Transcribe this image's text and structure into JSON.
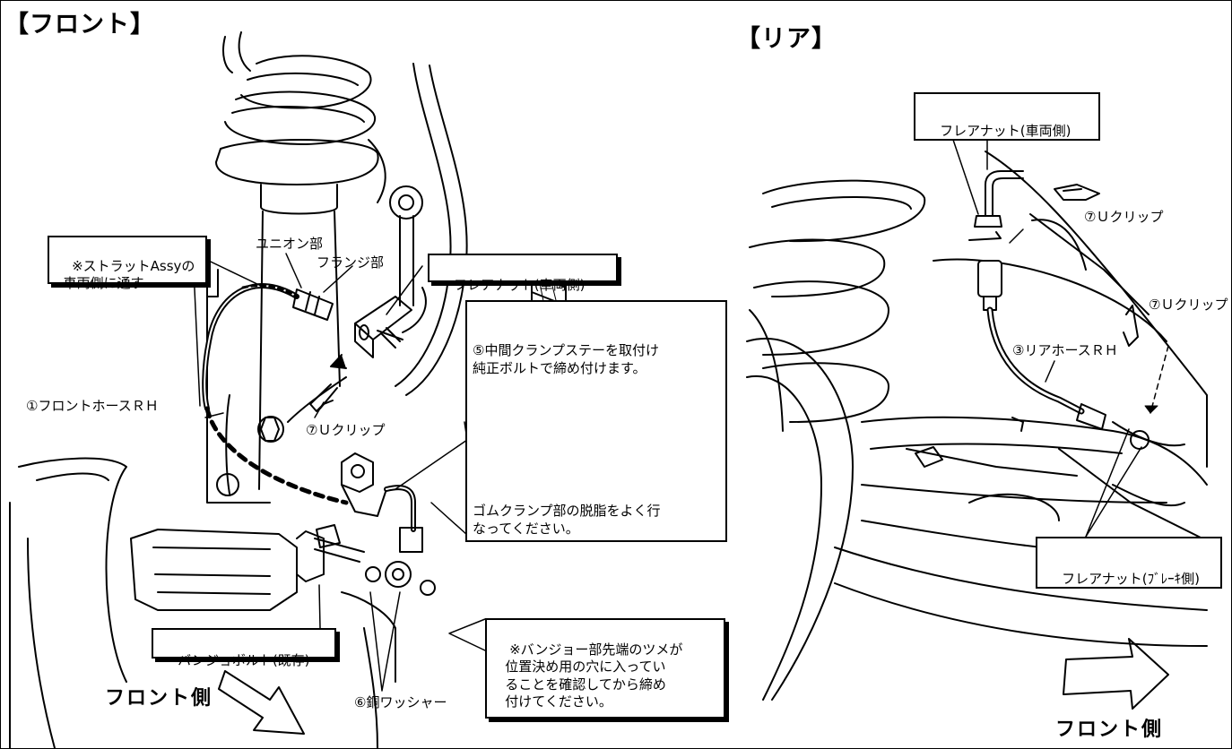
{
  "front": {
    "title": "【フロント】",
    "labels": {
      "strut_note": "※ストラットAssyの\n  車両側に通す",
      "union": "ユニオン部",
      "flange": "フランジ部",
      "flare_nut_vehicle": "フレアナット(車両側)",
      "hose": "①フロントホースＲＨ",
      "u_clip": "⑦Ｕクリップ",
      "clamp_note_top": "⑤中間クランプステーを取付け\n純正ボルトで締め付けます。",
      "clamp_note_bottom": "ゴムクランプ部の脱脂をよく行\nなってください。",
      "banjo_bolt": "バンジョボルト(既存)",
      "banjo_note": "※バンジョー部先端のツメが\n   位置決め用の穴に入ってい\n   ることを確認してから締め\n   付けてください。",
      "copper_washer": "⑥銅ワッシャー",
      "front_side": "フロント側"
    }
  },
  "rear": {
    "title": "【リア】",
    "labels": {
      "flare_nut_vehicle": "フレアナット(車両側)",
      "u_clip_1": "⑦Ｕクリップ",
      "u_clip_2": "⑦Ｕクリップ",
      "hose": "③リアホースＲＨ",
      "flare_nut_brake": "フレアナット(ﾌﾞﾚｰｷ側)",
      "front_side": "フロント側"
    }
  }
}
